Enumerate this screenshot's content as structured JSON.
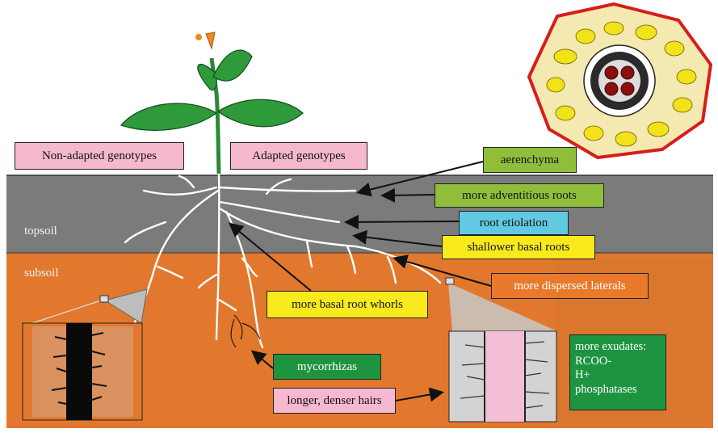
{
  "labels": {
    "non_adapted": "Non-adapted genotypes",
    "adapted": "Adapted genotypes",
    "aerenchyma": "aerenchyma",
    "adventitious": "more adventitious roots",
    "etiolation": "root etiolation",
    "shallower": "shallower basal roots",
    "dispersed": "more dispersed laterals",
    "whorls": "more basal root whorls",
    "mycorrhizas": "mycorrhizas",
    "hairs": "longer, denser hairs",
    "exudates": [
      "more exudates:",
      "RCOO-",
      "H+",
      "phosphatases"
    ]
  },
  "layers": {
    "topsoil": "topsoil",
    "subsoil": "subsoil"
  },
  "colors": {
    "topsoil": "#7b7b7b",
    "subsoil": "#e1782d",
    "root": "#ffffff",
    "leaf": "#2f9a3a",
    "cross_section_ring": "#e02020"
  }
}
